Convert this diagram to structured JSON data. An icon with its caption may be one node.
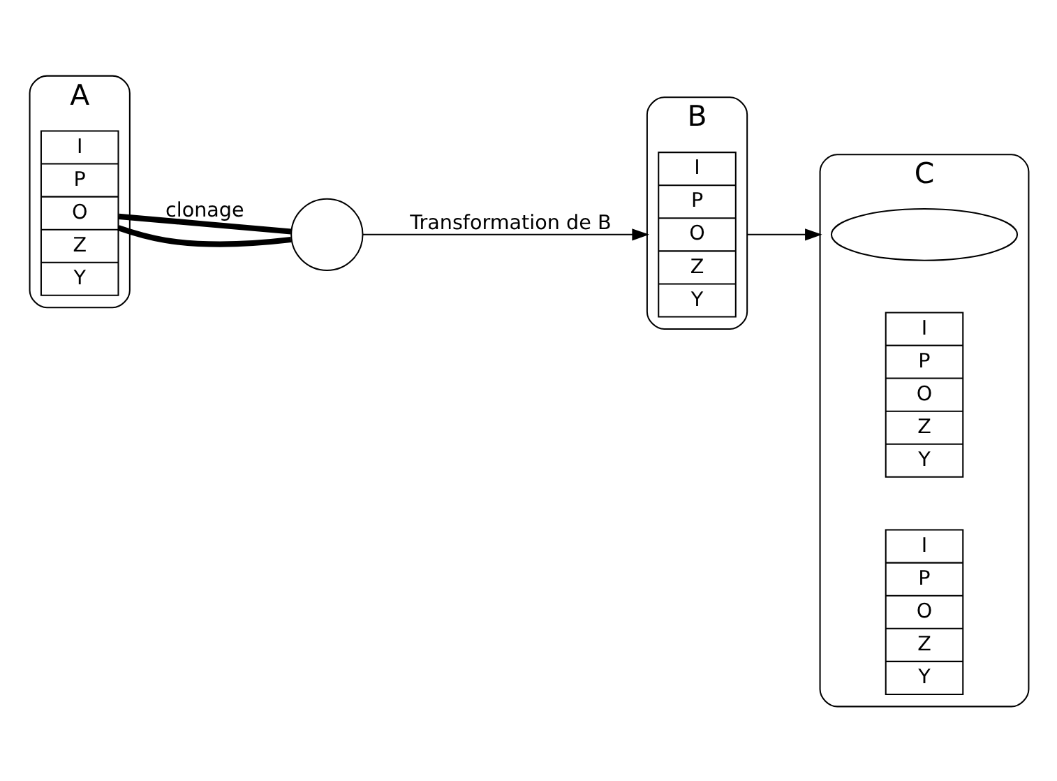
{
  "diagram": {
    "nodes": [
      {
        "text": [
          "A"
        ]
      },
      {
        "text": [
          "I",
          "P",
          "O",
          "Z",
          "Y"
        ],
        "in": 0
      },
      {
        "text": [],
        "shape": "circle"
      },
      {
        "text": [
          "B"
        ]
      },
      {
        "text": [
          "I",
          "P",
          "O",
          "Z",
          "Y"
        ],
        "in": 3
      },
      {
        "text": [
          "C"
        ]
      },
      {
        "text": [],
        "shape": "ellipse",
        "in": 5
      },
      {
        "text": [
          "I",
          "P",
          "O",
          "Z",
          "Y"
        ],
        "in": 5
      },
      {
        "text": [
          "I",
          "P",
          "O",
          "Z",
          "Y"
        ],
        "in": 5
      }
    ],
    "edges": [
      {
        "from": 1,
        "to": 2,
        "arrow": "none",
        "style": "thick",
        "label": "clonage"
      },
      {
        "from": 1,
        "to": 2,
        "arrow": "none",
        "style": "thick"
      },
      {
        "from": 2,
        "to": 3,
        "arrow": "to",
        "label": "Transformation de B"
      },
      {
        "from": 3,
        "to": 5,
        "arrow": "to"
      }
    ]
  }
}
